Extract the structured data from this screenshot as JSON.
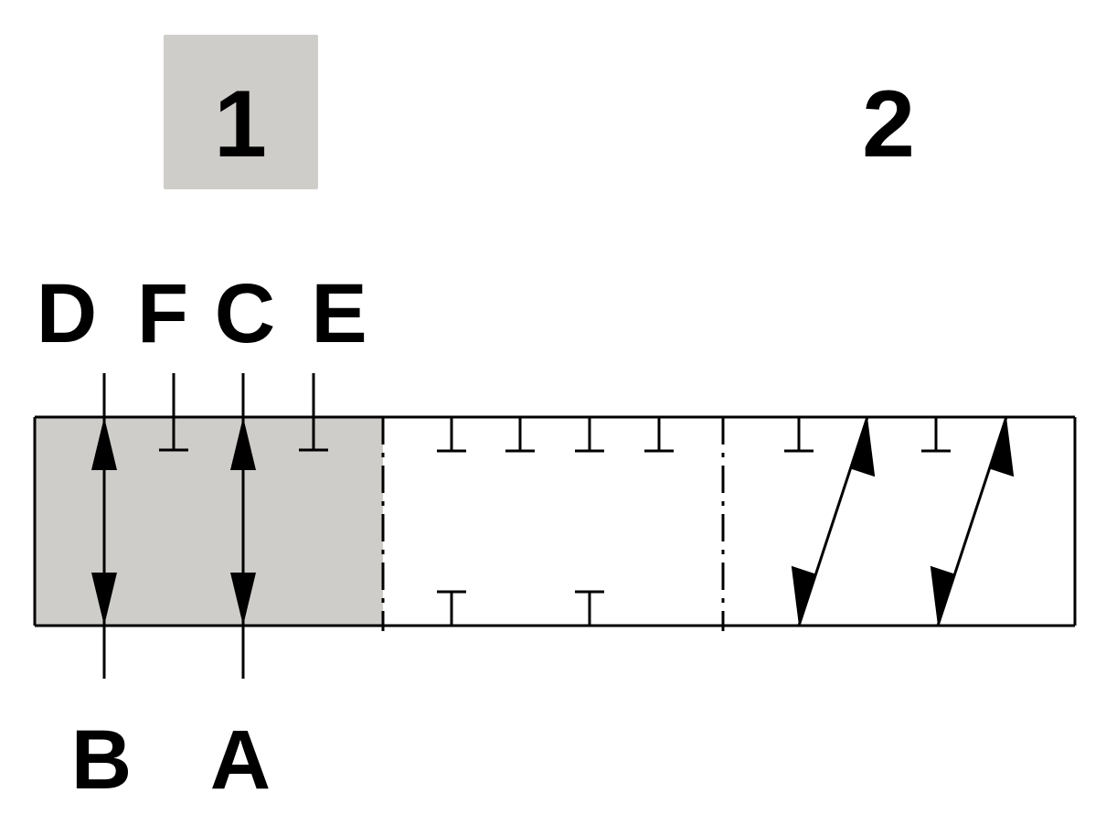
{
  "colors": {
    "highlight": "#cfcdc9",
    "line": "#000000",
    "background": "#ffffff"
  },
  "positions": {
    "one": {
      "label": "1",
      "highlighted": true
    },
    "two": {
      "label": "2",
      "highlighted": false
    }
  },
  "ports": {
    "top": {
      "d": "D",
      "f": "F",
      "c": "C",
      "e": "E"
    },
    "bottom": {
      "b": "B",
      "a": "A"
    }
  }
}
